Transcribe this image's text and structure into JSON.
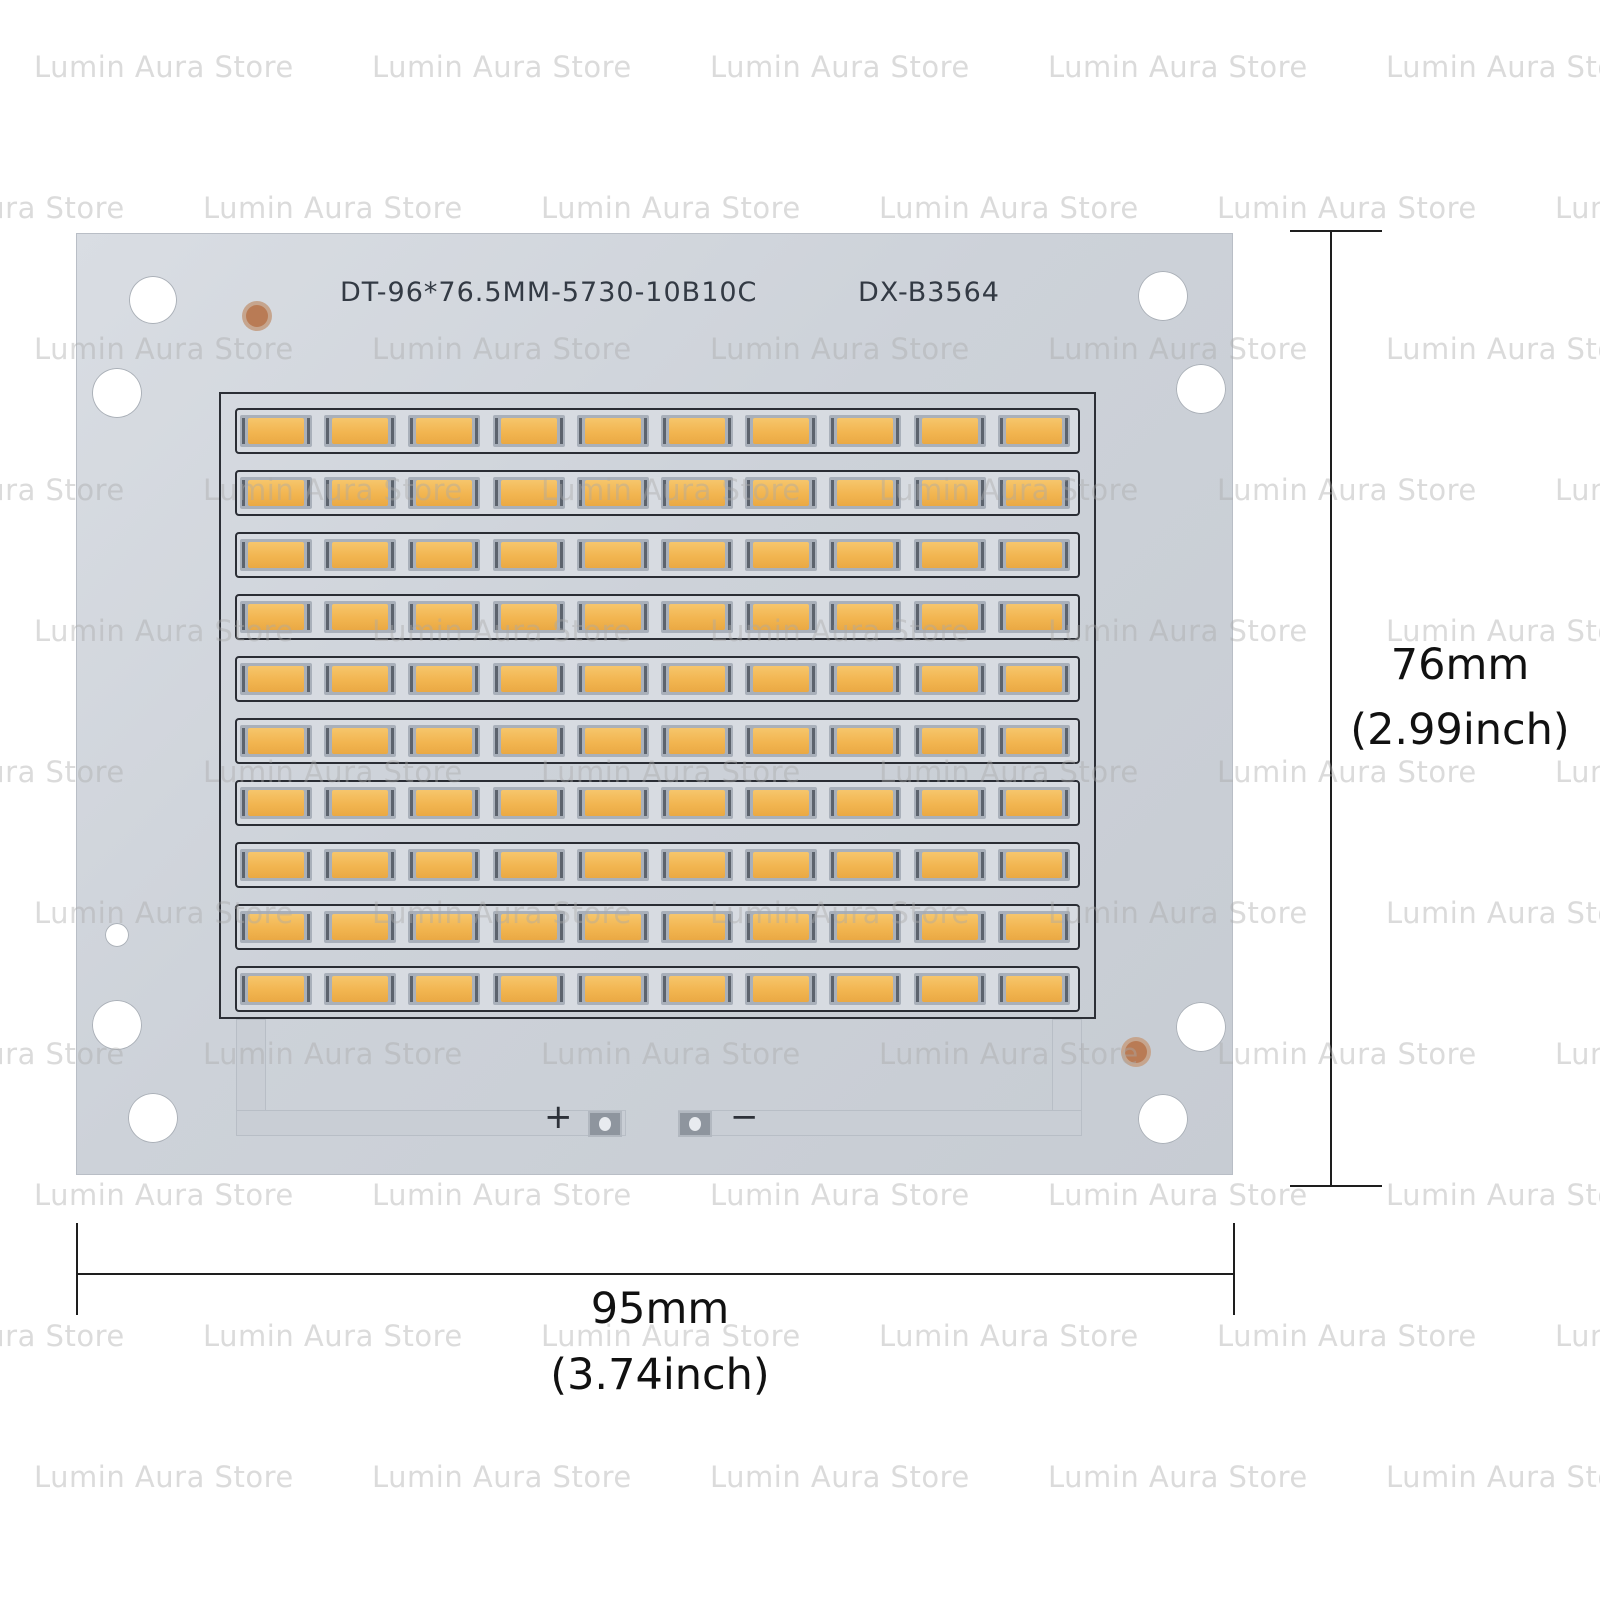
{
  "board": {
    "silkscreen_model": "DT-96*76.5MM-5730-10B10C",
    "silkscreen_code": "DX-B3564",
    "led_rows": 10,
    "led_cols": 10,
    "plus": "+",
    "minus": "−"
  },
  "dimensions": {
    "height_mm": "76mm",
    "height_inch": "(2.99inch)",
    "width_mm": "95mm",
    "width_inch": "(3.74inch)"
  },
  "watermark": {
    "text": "Lumin Aura Store"
  },
  "colors": {
    "led_chip": "#f2b550",
    "board": "#cdd2d9",
    "silkscreen": "#333a44"
  }
}
